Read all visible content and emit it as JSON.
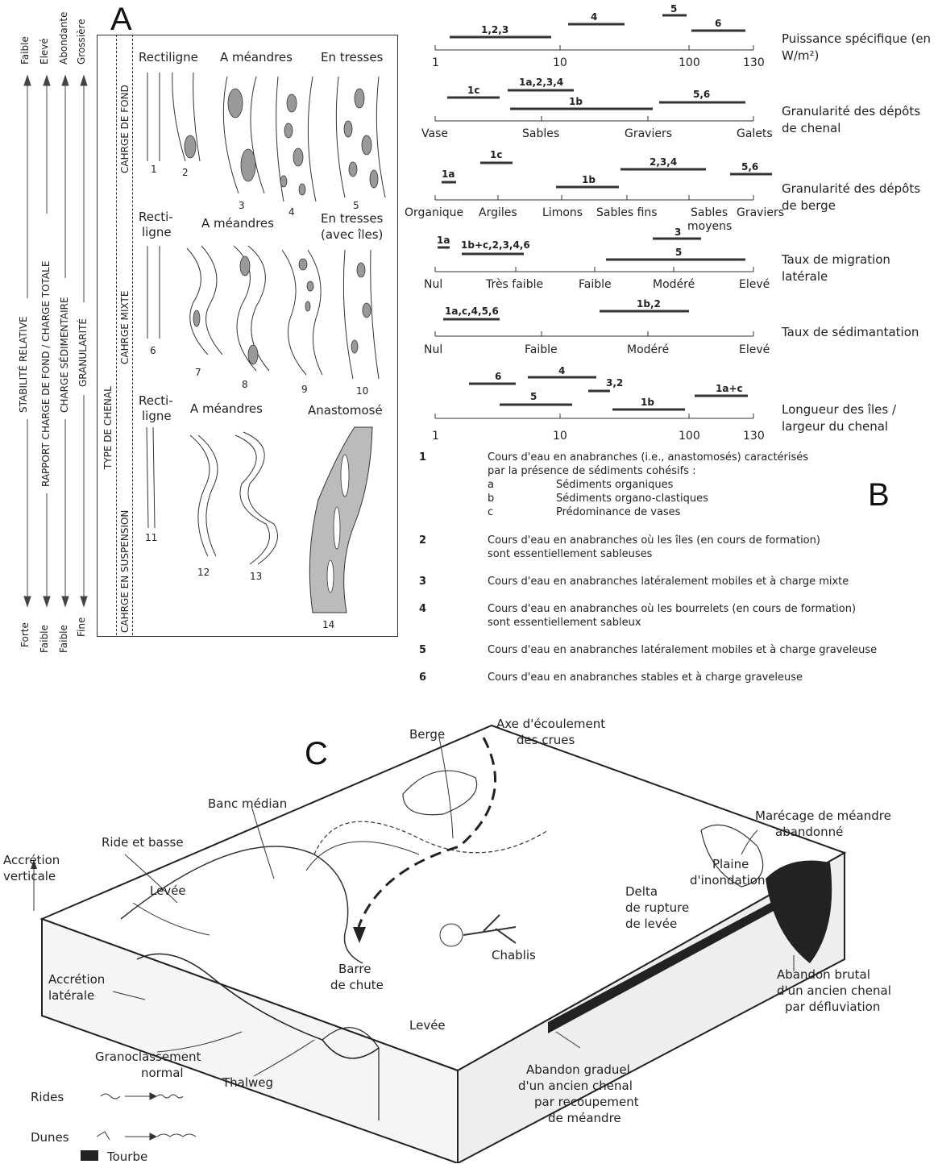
{
  "panelA": {
    "letter": "A",
    "axes": [
      {
        "label": "STABILITÉ RELATIVE",
        "top": "Faible",
        "bottom": "Forte"
      },
      {
        "label": "RAPPORT CHARGE DE FOND / CHARGE TOTALE",
        "top": "Elevé",
        "bottom": "Faible"
      },
      {
        "label": "CHARGE SÉDIMENTAIRE",
        "top": "Abondante",
        "bottom": "Faible"
      },
      {
        "label": "GRANULARITÉ",
        "top": "Grossière",
        "bottom": "Fine"
      }
    ],
    "type_label": "TYPE DE CHENAL",
    "rows": [
      {
        "load": "CAHRGE DE FOND",
        "headers": [
          "Rectiligne",
          "A méandres",
          "En tresses"
        ],
        "numbers": [
          "1",
          "2",
          "3",
          "4",
          "5"
        ]
      },
      {
        "load": "CAHRGE MIXTE",
        "headers": [
          "Recti-",
          "ligne",
          "A méandres",
          "En tresses",
          "(avec îles)"
        ],
        "numbers": [
          "6",
          "7",
          "8",
          "9",
          "10"
        ]
      },
      {
        "load": "CAHRGE EN SUSPENSION",
        "headers": [
          "Recti-",
          "ligne",
          "A méandres",
          "Anastomosé"
        ],
        "numbers": [
          "11",
          "12",
          "13",
          "14"
        ]
      }
    ]
  },
  "panelB": {
    "letter": "B",
    "charts": [
      {
        "title": "Puissance spécifique (en W/m²)",
        "ticks": [
          "1",
          "10",
          "100",
          "130"
        ],
        "bars": [
          "1,2,3",
          "4",
          "5",
          "6"
        ]
      },
      {
        "title": "Granularité des dépôts de chenal",
        "ticks": [
          "Vase",
          "Sables",
          "Graviers",
          "Galets"
        ],
        "bars": [
          "1c",
          "1a,2,3,4",
          "1b",
          "5,6"
        ]
      },
      {
        "title": "Granularité des dépôts de berge",
        "ticks": [
          "Organique",
          "Argiles",
          "Limons",
          "Sables fins",
          "Sables",
          "moyens",
          "Graviers"
        ],
        "bars": [
          "1a",
          "1c",
          "1b",
          "2,3,4",
          "5,6"
        ]
      },
      {
        "title": "Taux de migration latérale",
        "ticks": [
          "Nul",
          "Très faible",
          "Faible",
          "Modéré",
          "Elevé"
        ],
        "bars": [
          "1a",
          "1b+c,2,3,4,6",
          "3",
          "5"
        ]
      },
      {
        "title": "Taux de sédimantation",
        "ticks": [
          "Nul",
          "Faible",
          "Modéré",
          "Elevé"
        ],
        "bars": [
          "1a,c,4,5,6",
          "1b,2"
        ]
      },
      {
        "title": "Longueur des îles / largeur du chenal",
        "ticks": [
          "1",
          "10",
          "100",
          "130"
        ],
        "bars": [
          "6",
          "4",
          "3,2",
          "1a+c",
          "5",
          "1b"
        ]
      }
    ],
    "legend": [
      {
        "n": "1",
        "lines": [
          "Cours d'eau en anabranches (i.e., anastomosés) caractérisés",
          "par la présence de sédiments cohésifs :"
        ],
        "sub": [
          [
            "a",
            "Sédiments organiques"
          ],
          [
            "b",
            "Sédiments organo-clastiques"
          ],
          [
            "c",
            "Prédominance de vases"
          ]
        ]
      },
      {
        "n": "2",
        "lines": [
          "Cours d'eau en anabranches où les îles (en cours de formation)",
          "sont essentiellement sableuses"
        ]
      },
      {
        "n": "3",
        "lines": [
          "Cours d'eau en anabranches latéralement mobiles et à charge mixte"
        ]
      },
      {
        "n": "4",
        "lines": [
          "Cours d'eau en anabranches où les bourrelets (en cours de formation)",
          "sont essentiellement sableux"
        ]
      },
      {
        "n": "5",
        "lines": [
          "Cours d'eau en anabranches latéralement mobiles et à charge graveleuse"
        ]
      },
      {
        "n": "6",
        "lines": [
          "Cours d'eau en anabranches stables et à charge graveleuse"
        ]
      }
    ]
  },
  "panelC": {
    "letter": "C",
    "labels": [
      "Berge",
      "Axe d'écoulement",
      "des crues",
      "Banc médian",
      "Marécage de méandre",
      "abandonné",
      "Ride et basse",
      "Accrétion",
      "verticale",
      "Levée",
      "Plaine",
      "d'inondation",
      "Delta",
      "de rupture",
      "de levée",
      "Barre",
      "de chute",
      "Chablis",
      "Accrétion",
      "latérale",
      "Levée",
      "Abandon brutal",
      "d'un ancien chenal",
      "par défluviation",
      "Granoclassement",
      "normal",
      "Thalweg",
      "Abandon graduel",
      "d'un ancien chenal",
      "par recoupement",
      "de méandre"
    ],
    "legend": [
      "Rides",
      "Dunes",
      "Tourbe"
    ]
  }
}
